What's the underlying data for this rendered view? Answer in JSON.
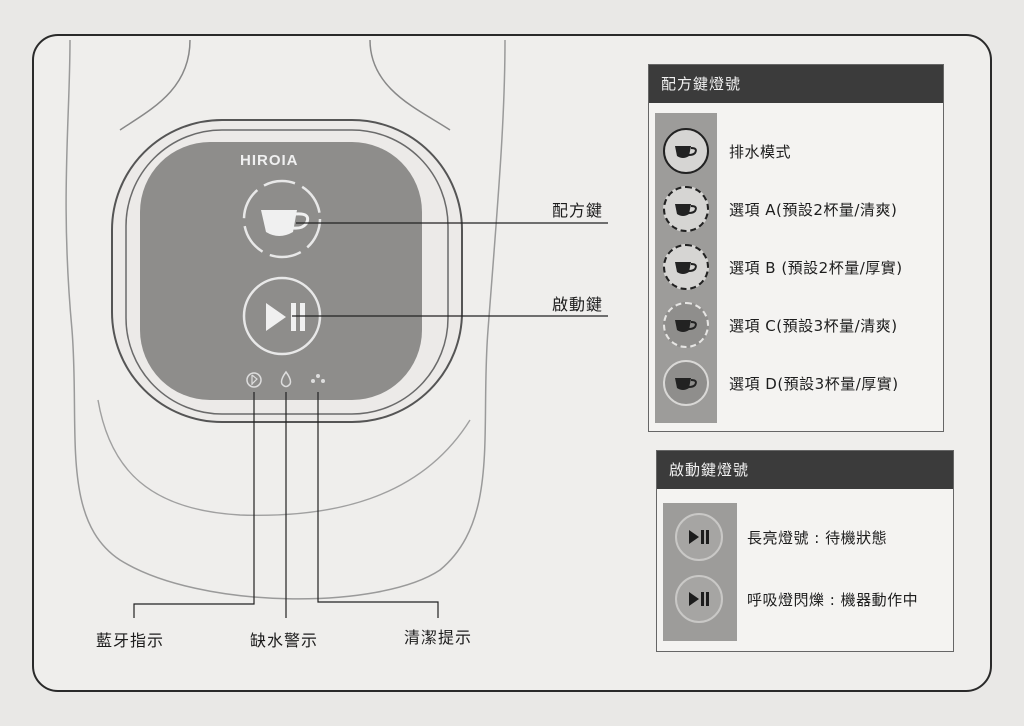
{
  "device": {
    "brand": "HIRO",
    "brand_suffix": "IA",
    "icons": [
      "cup-icon",
      "play-pause-icon",
      "bluetooth-icon",
      "water-drop-icon",
      "clean-icon"
    ]
  },
  "callouts": {
    "recipe_key": "配方鍵",
    "start_key": "啟動鍵",
    "bluetooth": "藍牙指示",
    "water_warning": "缺水警示",
    "cleaning": "清潔提示"
  },
  "recipe_panel": {
    "title": "配方鍵燈號",
    "rows": [
      {
        "label": "排水模式",
        "icon": "cup-icon"
      },
      {
        "label": "選項 A(預設2杯量/清爽)",
        "icon": "cup-icon"
      },
      {
        "label": "選項 B (預設2杯量/厚實)",
        "icon": "cup-icon"
      },
      {
        "label": "選項 C(預設3杯量/清爽)",
        "icon": "cup-icon"
      },
      {
        "label": "選項 D(預設3杯量/厚實)",
        "icon": "cup-icon"
      }
    ]
  },
  "start_panel": {
    "title": "啟動鍵燈號",
    "rows": [
      {
        "label": "長亮燈號 : 待機狀態",
        "icon": "play-pause-icon"
      },
      {
        "label": "呼吸燈閃爍 : 機器動作中",
        "icon": "play-pause-icon"
      }
    ]
  },
  "colors": {
    "panel_header": "#3b3b3b",
    "icon_strip": "#9d9c9a",
    "device_face": "#8e8d8b"
  }
}
